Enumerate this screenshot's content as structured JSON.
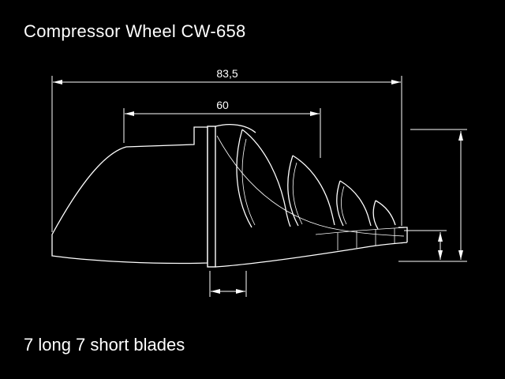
{
  "window": {
    "background_color": "#000000",
    "line_color": "#ffffff"
  },
  "title": "Compressor Wheel CW-658",
  "footer": "7 long 7 short blades",
  "drawing": {
    "part_name": "compressor-wheel-cross-section",
    "dim_total_width": "83,5",
    "dim_inducer_width": "60"
  }
}
